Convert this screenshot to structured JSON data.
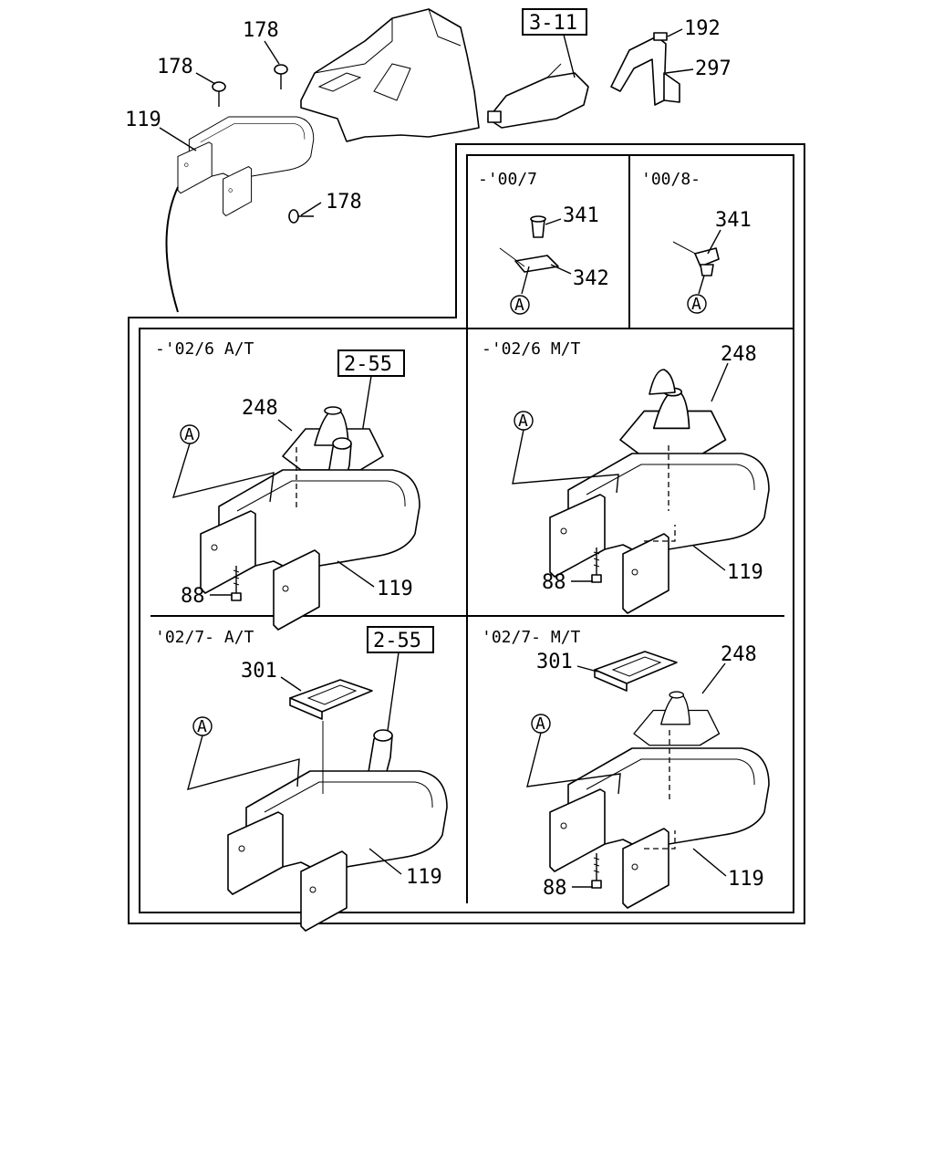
{
  "top": {
    "refs": {
      "ref_3_11": "3-11"
    },
    "callouts": {
      "c178a": "178",
      "c178b": "178",
      "c178c": "178",
      "c119": "119",
      "c192": "192",
      "c297": "297"
    }
  },
  "insets": {
    "early": {
      "title": "-'00/7",
      "c341": "341",
      "c342": "342",
      "marker": "A"
    },
    "late": {
      "title": "'00/8-",
      "c341": "341",
      "marker": "A"
    }
  },
  "panels": {
    "p1": {
      "title": "-'02/6 A/T",
      "ref": "2-55",
      "c248": "248",
      "c88": "88",
      "c119": "119",
      "marker": "A"
    },
    "p2": {
      "title": "-'02/6 M/T",
      "c248": "248",
      "c88": "88",
      "c119": "119",
      "marker": "A"
    },
    "p3": {
      "title": "'02/7- A/T",
      "ref": "2-55",
      "c301": "301",
      "c119": "119",
      "marker": "A"
    },
    "p4": {
      "title": "'02/7- M/T",
      "c301": "301",
      "c248": "248",
      "c88": "88",
      "c119": "119",
      "marker": "A"
    }
  }
}
